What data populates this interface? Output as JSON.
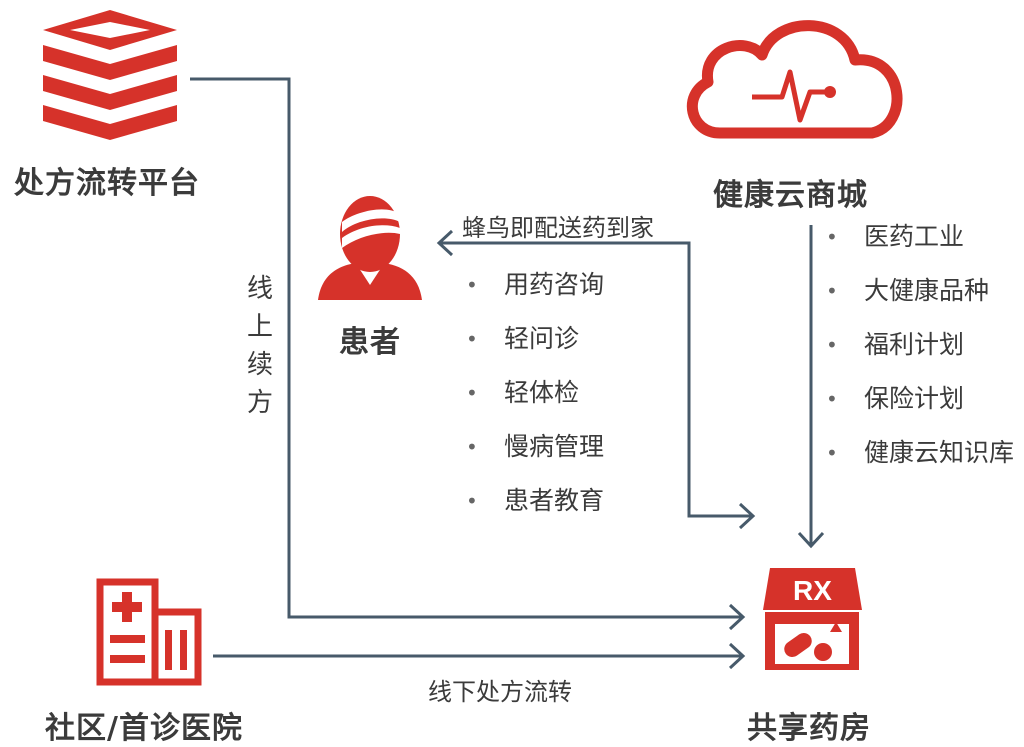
{
  "nodes": {
    "platform": {
      "label": "处方流转平台",
      "icon": "stacked-layers-icon"
    },
    "mall": {
      "label": "健康云商城",
      "icon": "cloud-heartbeat-icon"
    },
    "patient": {
      "label": "患者",
      "icon": "patient-head-icon"
    },
    "hospital": {
      "label": "社区/首诊医院",
      "icon": "hospital-building-icon"
    },
    "pharmacy": {
      "label": "共享药房",
      "icon": "pharmacy-rx-icon",
      "sign": "RX"
    }
  },
  "edges": {
    "online_renewal": "线上续方",
    "delivery": "蜂鸟即配送药到家",
    "offline_transfer": "线下处方流转"
  },
  "patient_services": [
    "用药咨询",
    "轻问诊",
    "轻体检",
    "慢病管理",
    "患者教育"
  ],
  "mall_services": [
    "医药工业",
    "大健康品种",
    "福利计划",
    "保险计划",
    "健康云知识库"
  ],
  "colors": {
    "accent": "#d6322a",
    "arrow": "#475a6a",
    "text": "#3b3b3b"
  }
}
